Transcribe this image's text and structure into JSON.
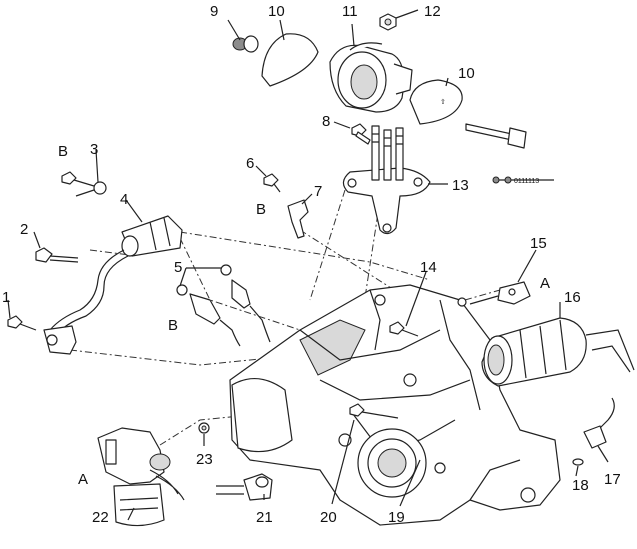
{
  "callouts": [
    "1",
    "2",
    "3",
    "4",
    "5",
    "6",
    "7",
    "8",
    "9",
    "10",
    "10",
    "11",
    "12",
    "13",
    "14",
    "15",
    "16",
    "17",
    "18",
    "19",
    "20",
    "21",
    "22",
    "23"
  ],
  "letters": [
    "A",
    "A",
    "B",
    "B",
    "B"
  ],
  "ref_code": "0111113"
}
